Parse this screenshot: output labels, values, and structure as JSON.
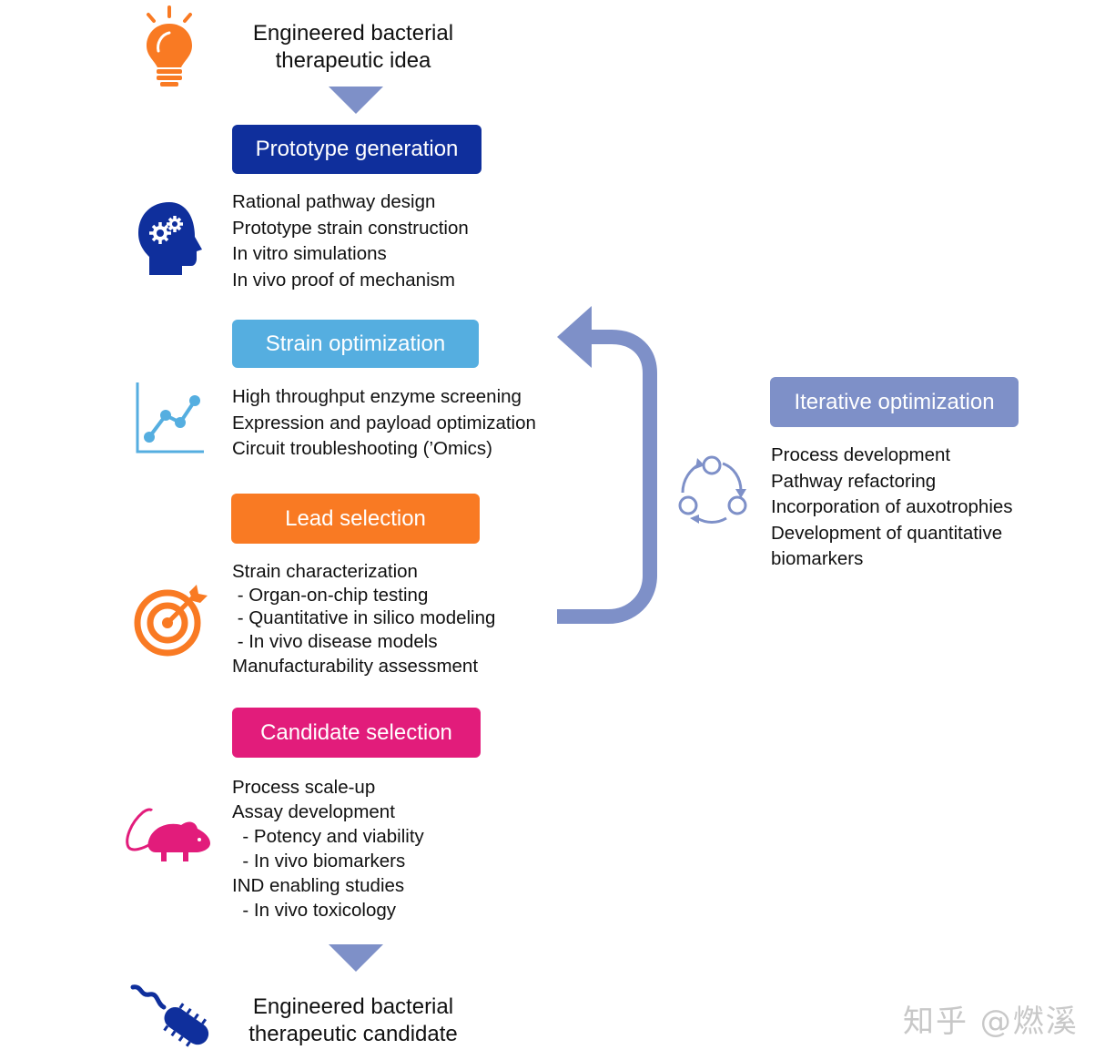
{
  "start": {
    "line1": "Engineered bacterial",
    "line2": "therapeutic idea"
  },
  "stages": [
    {
      "label": "Prototype generation",
      "color": "#0f2f9c",
      "items": [
        "Rational pathway design",
        "Prototype strain construction",
        "In vitro simulations",
        "In vivo proof of mechanism"
      ]
    },
    {
      "label": "Strain optimization",
      "color": "#55aee0",
      "items": [
        "High throughput enzyme screening",
        "Expression and payload optimization",
        "Circuit troubleshooting (’Omics)"
      ]
    },
    {
      "label": "Lead selection",
      "color": "#f97a23",
      "items": [
        "Strain characterization",
        " - Organ-on-chip testing",
        " - Quantitative in silico modeling",
        " - In vivo disease models",
        "Manufacturability assessment"
      ]
    },
    {
      "label": "Candidate selection",
      "color": "#e21c7b",
      "items": [
        "Process scale-up",
        "Assay development",
        "  - Potency and viability",
        "  - In vivo biomarkers",
        "IND enabling studies",
        "  - In vivo toxicology"
      ]
    }
  ],
  "iterative": {
    "label": "Iterative optimization",
    "color": "#7e90c8",
    "items": [
      "Process development",
      "Pathway refactoring",
      "Incorporation of auxotrophies",
      "Development of quantitative",
      "biomarkers"
    ]
  },
  "end": {
    "line1": "Engineered bacterial",
    "line2": "therapeutic candidate"
  },
  "watermark": "知乎 @燃溪",
  "colors": {
    "arrow": "#7e90c8",
    "bulb": "#f97a23",
    "head": "#0f2f9c",
    "chart": "#55aee0",
    "target": "#f97a23",
    "mouse": "#e21c7b",
    "bacterium": "#0f2f9c"
  }
}
